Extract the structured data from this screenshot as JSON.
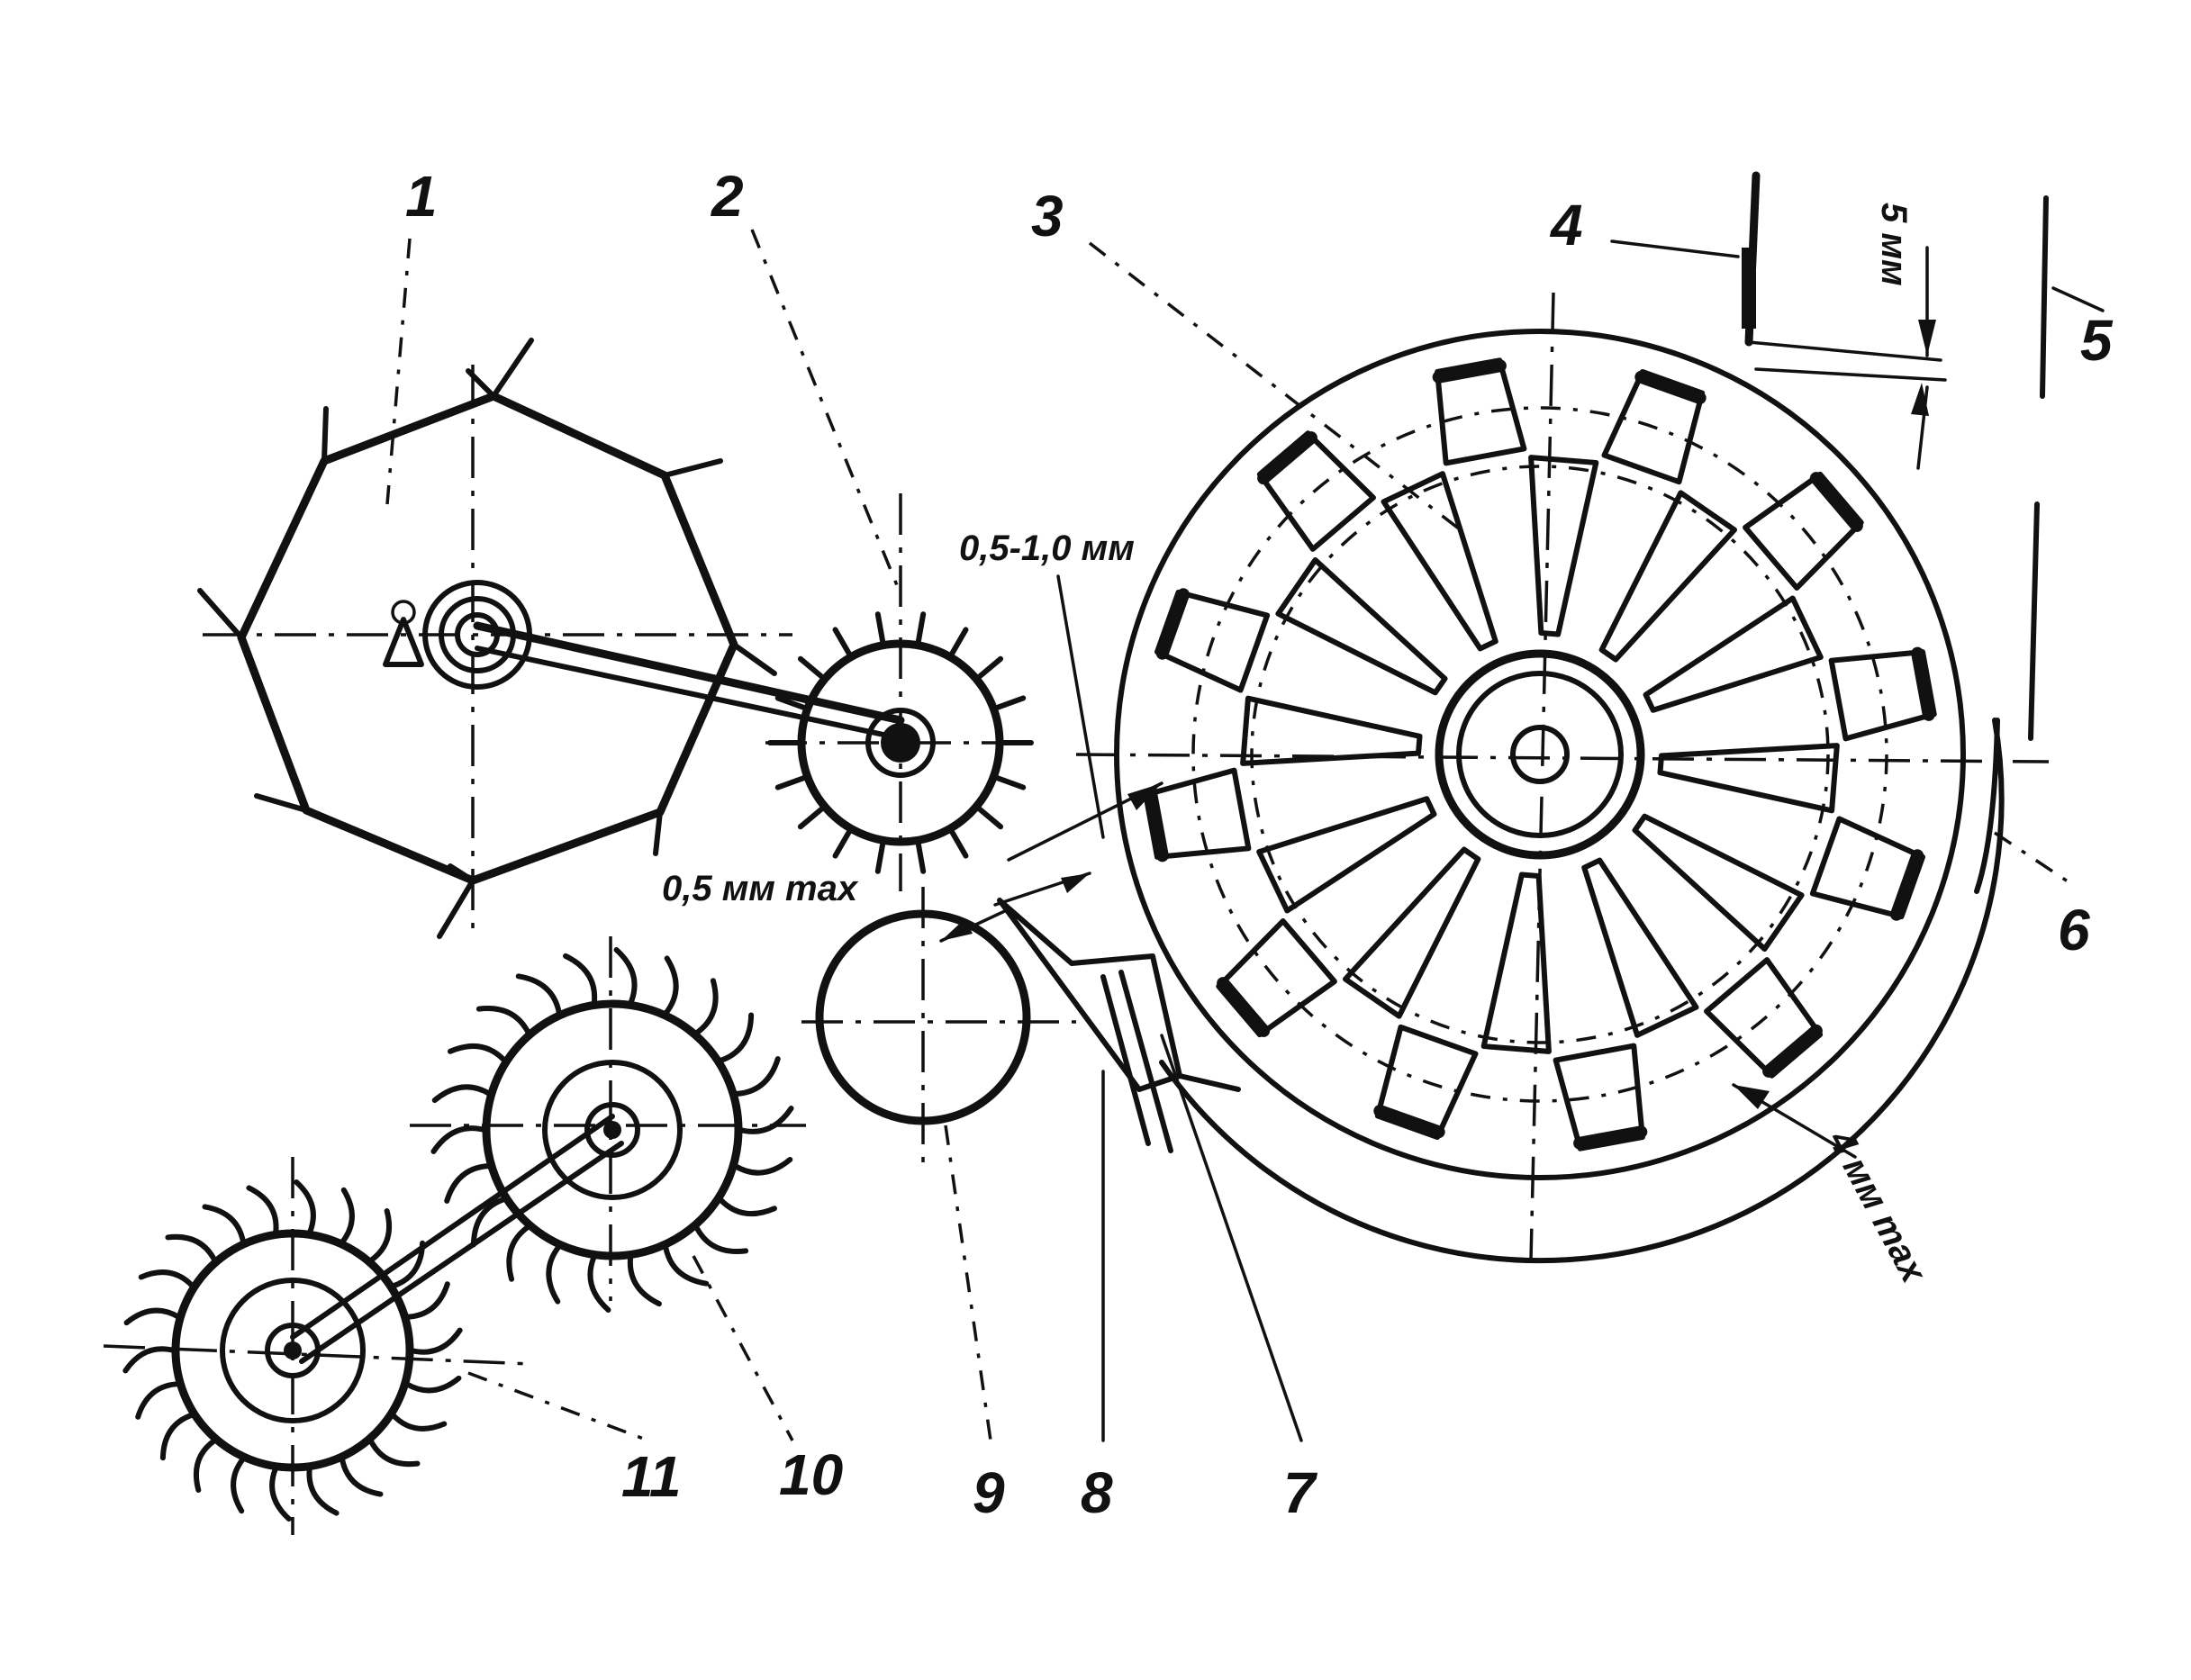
{
  "figure": {
    "callouts": [
      "1",
      "2",
      "3",
      "4",
      "5",
      "6",
      "7",
      "8",
      "9",
      "10",
      "11"
    ],
    "dimensions": {
      "gap_a": "0,5-1,0 мм",
      "gap_b": "0,5 мм max",
      "gap_c": "5 мм",
      "gap_d": "4 мм max"
    }
  },
  "colors": {
    "ink": "#111111",
    "paper": "#ffffff"
  }
}
